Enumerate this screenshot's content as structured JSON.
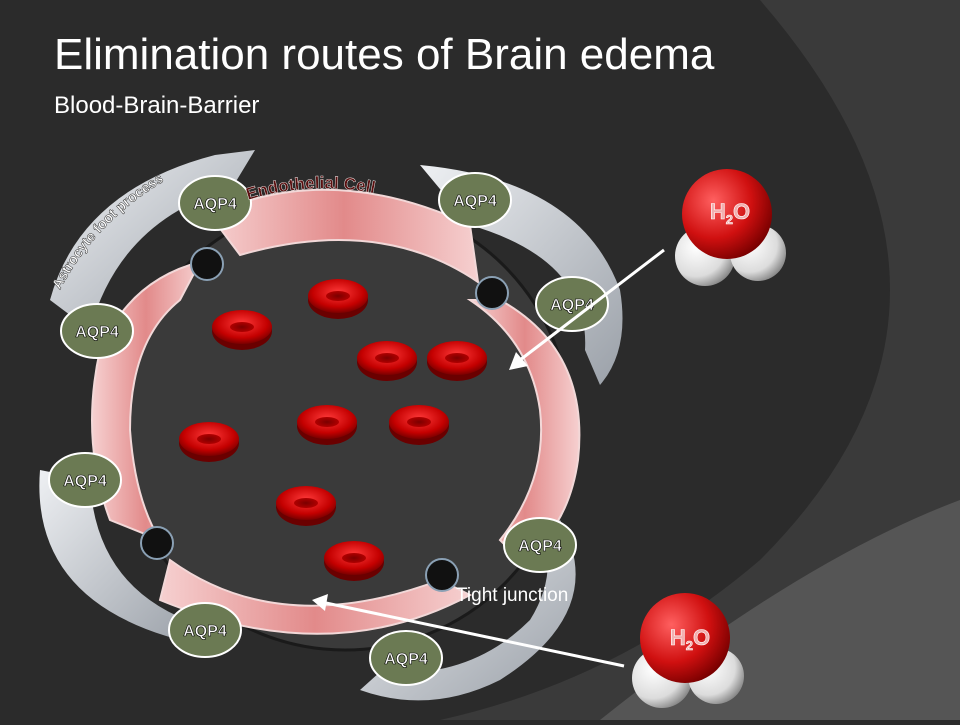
{
  "slide": {
    "title": "Elimination routes of Brain edema",
    "subtitle": "Blood-Brain-Barrier"
  },
  "labels": {
    "astrocyte": "Astrocyte foot process",
    "endothelial": "Endothelial Cell",
    "tight_junction": "Tight junction",
    "aqp4": "AQP4",
    "water_main": "H",
    "water_sub": "2",
    "water_tail": "O"
  },
  "colors": {
    "background": "#2b2b2b",
    "lumen": "#3a3a3a",
    "endothelial": "#e8a0a0",
    "astrocyte": "#c8ccd2",
    "aqp4": "#6b7a53",
    "rbc": "#d40000",
    "junction": "#111111",
    "oxygen": "#cc1111",
    "hydrogen": "#e8e8e8"
  }
}
